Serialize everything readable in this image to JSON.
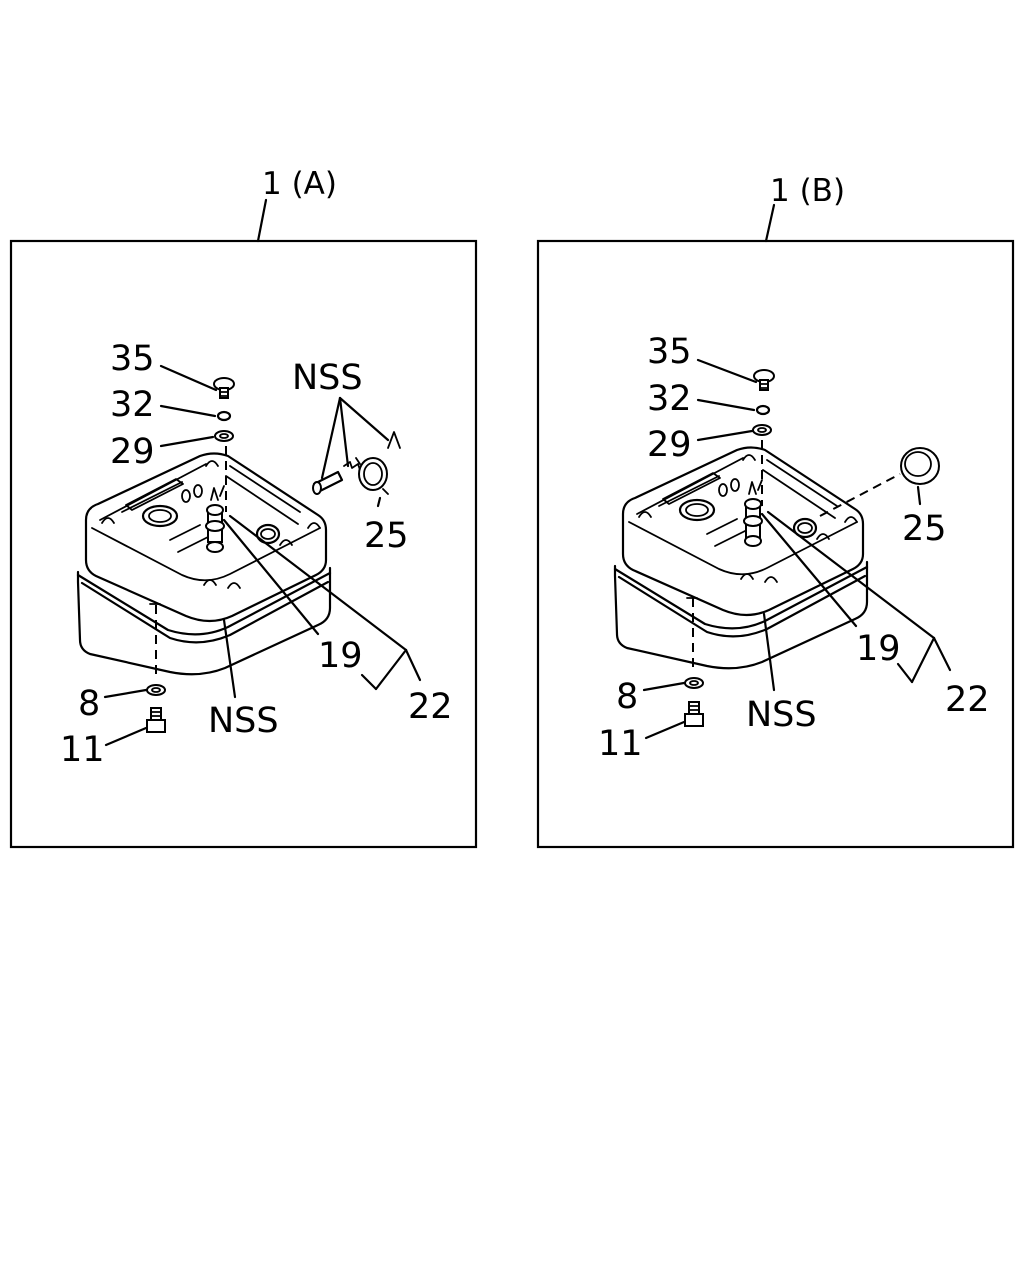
{
  "panels": [
    {
      "title": "1 (A)",
      "callouts": {
        "c35": "35",
        "c32": "32",
        "c29": "29",
        "nss_top": "NSS",
        "c25": "25",
        "c19": "19",
        "c22": "22",
        "c8": "8",
        "nss_bottom": "NSS",
        "c11": "11"
      }
    },
    {
      "title": "1 (B)",
      "callouts": {
        "c35": "35",
        "c32": "32",
        "c29": "29",
        "c25": "25",
        "c19": "19",
        "c22": "22",
        "c8": "8",
        "nss_bottom": "NSS",
        "c11": "11"
      }
    }
  ]
}
